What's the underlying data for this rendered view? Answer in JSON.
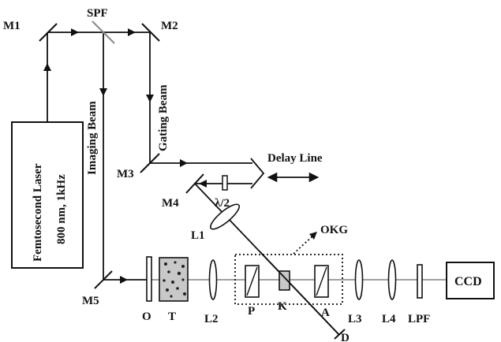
{
  "diagram": {
    "labels": {
      "m1": "M1",
      "spf": "SPF",
      "m2": "M2",
      "m3": "M3",
      "m4": "M4",
      "m5": "M5",
      "gating_beam": "Gating Beam",
      "imaging_beam": "Imaging Beam",
      "laser_line1": "Femtosecond Laser",
      "laser_line2": "800 nm, 1kHz",
      "delay_line": "Delay Line",
      "half_wave": "λ/2",
      "l1": "L1",
      "l2": "L2",
      "l3": "L3",
      "l4": "L4",
      "okg": "OKG",
      "o": "O",
      "t": "T",
      "p": "P",
      "k": "K",
      "a": "A",
      "d": "D",
      "lpf": "LPF",
      "ccd": "CCD"
    },
    "colors": {
      "beam": "#111111",
      "optical_axis": "#a0a0a0",
      "spf_mirror": "#8c8c8c",
      "target_fill": "#c8c8c8",
      "background": "#ffffff"
    }
  }
}
